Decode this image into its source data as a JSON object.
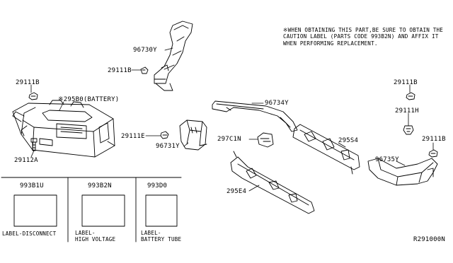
{
  "note": {
    "mark": "※",
    "text": "WHEN OBTAINING THIS PART,BE SURE TO OBTAIN THE CAUTION LABEL (PARTS CODE 993B2N) AND AFFIX IT WHEN PERFORMING REPLACEMENT."
  },
  "callouts": {
    "p96730Y": "96730Y",
    "p29111B_duct": "29111B",
    "p29111B_left": "29111B",
    "p295B0": "※295B0(BATTERY)",
    "p29112A": "29112A",
    "p96734Y": "96734Y",
    "p29111E": "29111E",
    "p96731Y": "96731Y",
    "p297C1N": "297C1N",
    "p295S4": "295S4",
    "p295E4": "295E4",
    "p29111B_rtop": "29111B",
    "p29111H": "29111H",
    "p29111B_rside": "29111B",
    "p96735Y": "96735Y"
  },
  "labels_table": [
    {
      "code": "993B1U",
      "caption": [
        "LABEL-DISCONNECT"
      ]
    },
    {
      "code": "993B2N",
      "caption": [
        "LABEL-",
        "HIGH VOLTAGE"
      ]
    },
    {
      "code": "993D0",
      "caption": [
        "LABEL-",
        "BATTERY TUBE"
      ]
    }
  ],
  "diagram_code": "R291000N"
}
